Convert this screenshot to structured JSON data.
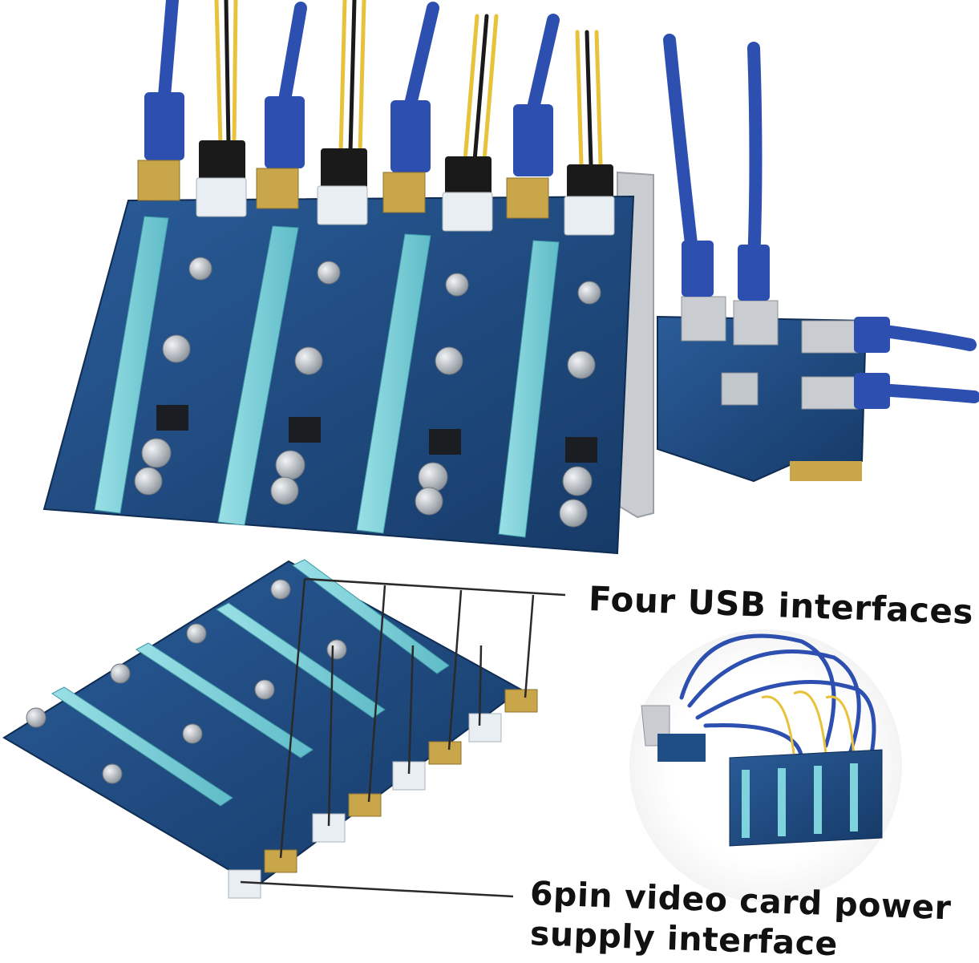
{
  "callouts": {
    "usb_label": "Four USB interfaces",
    "power_label_line1": "6pin video card power",
    "power_label_line2": "supply interface"
  },
  "colors": {
    "pcb_blue": "#1f4d86",
    "pcb_dark": "#163a67",
    "slot_cyan": "#7fd3dc",
    "usb_cable": "#2c4fb0",
    "power_wire_yellow": "#e8c23a",
    "power_wire_black": "#1a1a1a",
    "connector_white": "#e9eef2",
    "usb_port_gold": "#c9a64a"
  },
  "icons": [
    "pcie-slot-icon",
    "usb-port-icon",
    "6pin-power-connector-icon",
    "capacitor-icon",
    "heatsink-icon"
  ]
}
